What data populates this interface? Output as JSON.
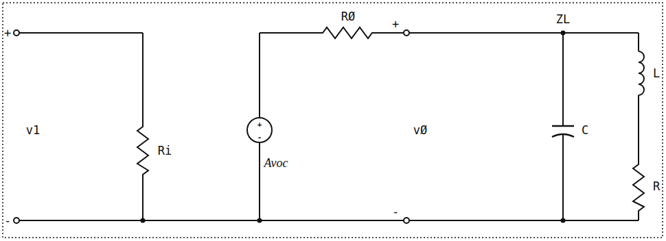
{
  "diagram": {
    "labels": [
      "+",
      "v1",
      "-",
      "Ri",
      "+",
      "-",
      "Avoc",
      "RØ",
      "ZL",
      "+",
      "vØ",
      "-",
      "C",
      "L",
      "R"
    ]
  }
}
